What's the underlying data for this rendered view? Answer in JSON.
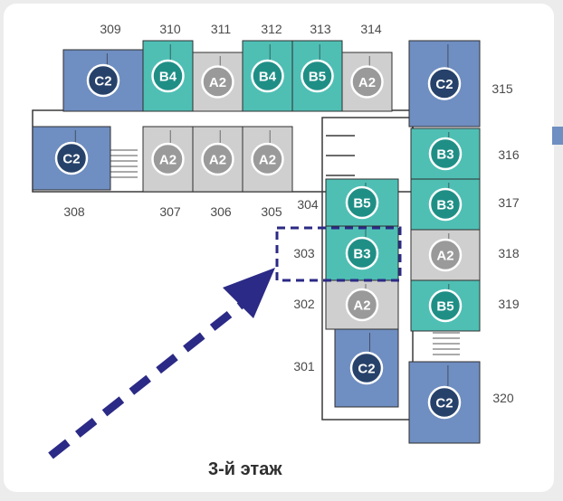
{
  "floor_label": "3-й этаж",
  "colors": {
    "C2": "#6f8ec1",
    "B": "#4fbfb4",
    "A2": "#cfcfcf",
    "badge_C2": "#27426a",
    "badge_B": "#1f8f86",
    "badge_A2": "#9a9a9a",
    "highlight": "#2b2a86",
    "arrow": "#2b2a86"
  },
  "units": [
    {
      "id": "309",
      "type": "C2",
      "number": "309",
      "badge": "C2"
    },
    {
      "id": "310",
      "type": "B4",
      "number": "310",
      "badge": "B4"
    },
    {
      "id": "311",
      "type": "A2",
      "number": "311",
      "badge": "A2"
    },
    {
      "id": "312",
      "type": "B4",
      "number": "312",
      "badge": "B4"
    },
    {
      "id": "313",
      "type": "B5",
      "number": "313",
      "badge": "B5"
    },
    {
      "id": "314",
      "type": "A2",
      "number": "314",
      "badge": "A2"
    },
    {
      "id": "315",
      "type": "C2",
      "number": "315",
      "badge": "C2"
    },
    {
      "id": "308",
      "type": "C2",
      "number": "308",
      "badge": "C2"
    },
    {
      "id": "307",
      "type": "A2",
      "number": "307",
      "badge": "A2"
    },
    {
      "id": "306",
      "type": "A2",
      "number": "306",
      "badge": "A2"
    },
    {
      "id": "305",
      "type": "A2",
      "number": "305",
      "badge": "A2"
    },
    {
      "id": "304",
      "type": "B5",
      "number": "304",
      "badge": "B5"
    },
    {
      "id": "303",
      "type": "B3",
      "number": "303",
      "badge": "B3"
    },
    {
      "id": "302",
      "type": "A2",
      "number": "302",
      "badge": "A2"
    },
    {
      "id": "301",
      "type": "C2",
      "number": "301",
      "badge": "C2"
    },
    {
      "id": "316",
      "type": "B3",
      "number": "316",
      "badge": "B3"
    },
    {
      "id": "317",
      "type": "B3",
      "number": "317",
      "badge": "B3"
    },
    {
      "id": "318",
      "type": "A2",
      "number": "318",
      "badge": "A2"
    },
    {
      "id": "319",
      "type": "B5",
      "number": "319",
      "badge": "B5"
    },
    {
      "id": "320",
      "type": "C2",
      "number": "320",
      "badge": "C2"
    }
  ],
  "highlighted_unit": "303"
}
